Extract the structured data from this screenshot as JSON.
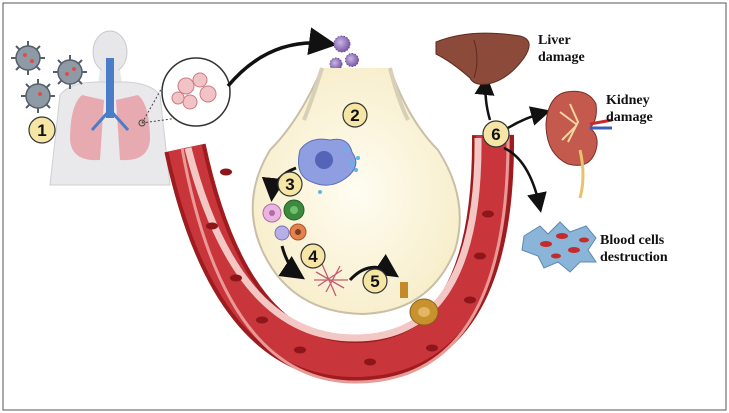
{
  "steps": [
    "1",
    "2",
    "3",
    "4",
    "5",
    "6"
  ],
  "labels": {
    "liver": [
      "Liver",
      "damage"
    ],
    "kidney": [
      "Kidney",
      "damage"
    ],
    "blood": [
      "Blood cells",
      "destruction"
    ]
  },
  "colors": {
    "vessel_outer": "#9e1b1f",
    "vessel_wall": "#f3c7c4",
    "vessel_lumen": "#c8353a",
    "alveolus": "#fdf6df",
    "step_badge": "#f6e6a6",
    "liver": "#8b4a3a",
    "kidney": "#c35a4d",
    "virus": "#8a6bb0",
    "lung": "#e9a7ad",
    "airway": "#4a7cc7"
  },
  "icons": [
    "virus-icon",
    "human-body-icon",
    "lungs-icon",
    "alveoli-icon",
    "macrophage-icon",
    "immune-cell-icon",
    "fibrin-icon",
    "liver-icon",
    "kidney-icon",
    "red-blood-cell-icon",
    "arrow-icon"
  ]
}
